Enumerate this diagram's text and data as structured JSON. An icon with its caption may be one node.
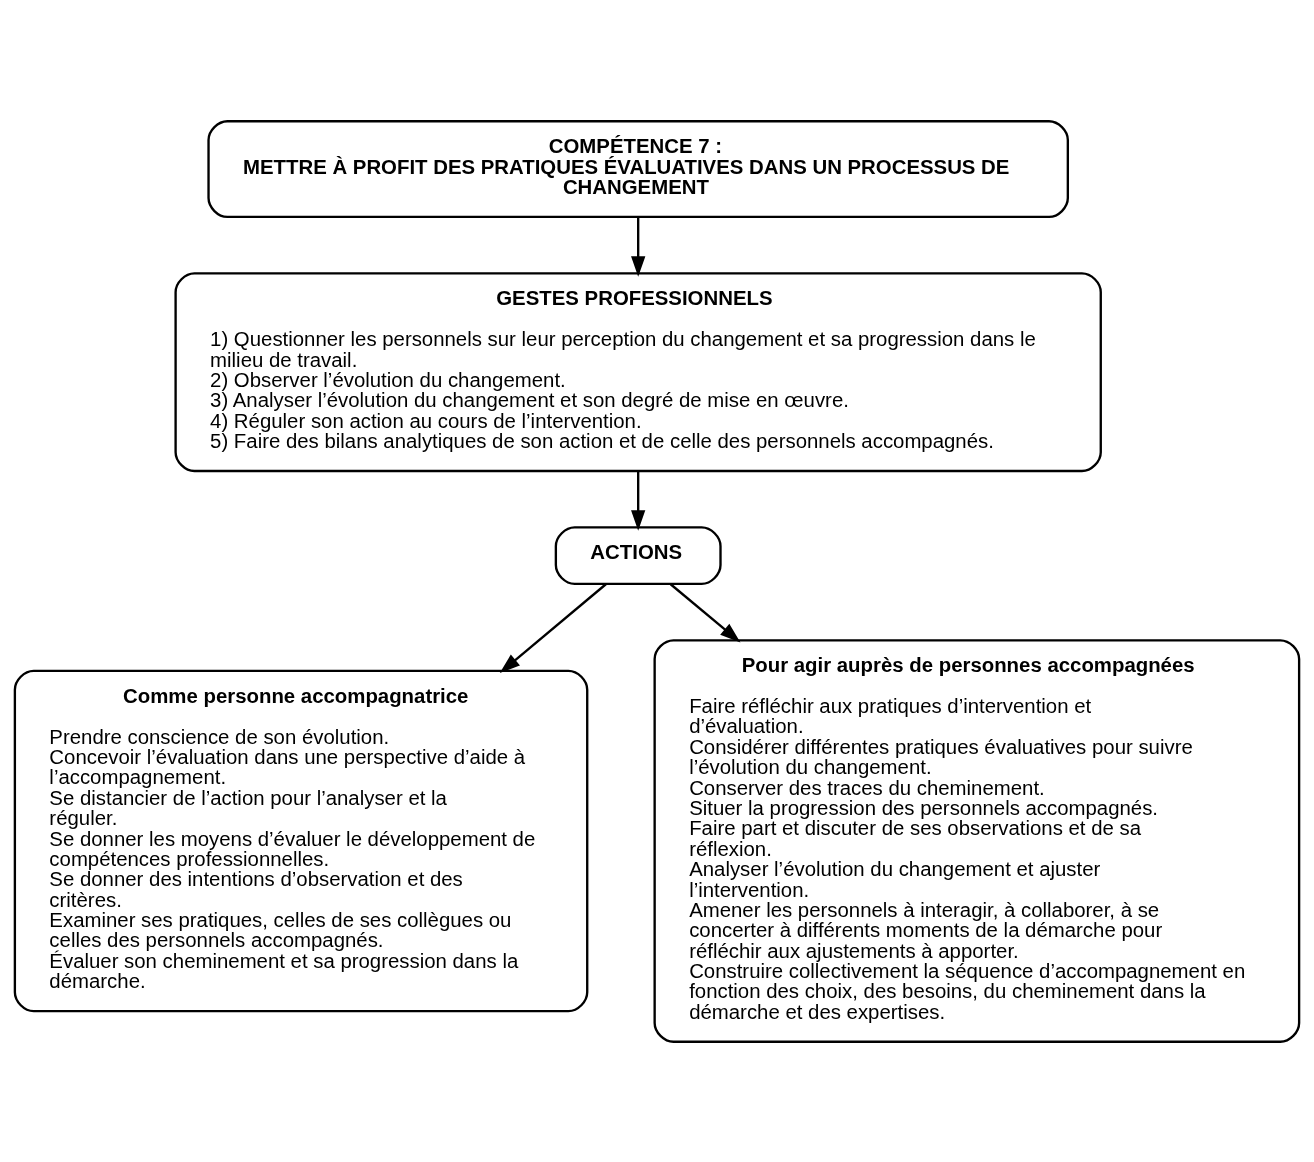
{
  "diagram": {
    "nodes": [
      {
        "text": [
          "COMPÉTENCE 7 :",
          "METTRE À PROFIT DES PRATIQUES ÉVALUATIVES DANS UN PROCESSUS DE CHANGEMENT"
        ]
      },
      {
        "text": [
          "GESTES PROFESSIONNELS",
          "1) Questionner les personnels sur leur perception du changement et sa progression dans le milieu de travail.",
          "2) Observer l’évolution du changement.",
          "3) Analyser l’évolution du changement et son degré de mise en œuvre.",
          "4) Réguler son action au cours de l’intervention.",
          "5) Faire des bilans analytiques de son action et de celle des personnels accompagnés."
        ]
      },
      {
        "text": [
          "ACTIONS"
        ]
      },
      {
        "text": [
          "Comme personne accompagnatrice",
          "Prendre conscience de son évolution.",
          "Concevoir l’évaluation dans une perspective d’aide à l’accompagnement.",
          "Se distancier de l’action pour l’analyser et la réguler.",
          "Se donner les moyens d’évaluer le développement de compétences professionnelles.",
          "Se donner des intentions d’observation et des critères.",
          "Examiner ses pratiques, celles de ses collègues ou celles des personnels accompagnés.",
          "Évaluer son cheminement et sa progression dans la démarche."
        ]
      },
      {
        "text": [
          "Pour agir auprès de personnes accompagnées",
          "Faire réfléchir aux pratiques d’intervention et d’évaluation.",
          "Considérer différentes pratiques évaluatives pour suivre l’évolution du changement.",
          "Conserver des traces du cheminement.",
          "Situer la progression des personnels accompagnés.",
          "Faire part et discuter de ses observations et de sa réflexion.",
          "Analyser l’évolution du changement et ajuster l’intervention.",
          "Amener les personnels à interagir, à collaborer, à se concerter à différents moments de la démarche pour réfléchir aux ajustements à apporter.",
          "Construire collectivement la séquence d’accompagnement en fonction des choix, des besoins, du cheminement dans la démarche et des expertises."
        ]
      }
    ],
    "edges": [
      {
        "from": 0,
        "to": 1,
        "arrow": "to"
      },
      {
        "from": 1,
        "to": 2,
        "arrow": "to"
      },
      {
        "from": 2,
        "to": 3,
        "arrow": "to"
      },
      {
        "from": 2,
        "to": 4,
        "arrow": "to"
      }
    ]
  }
}
